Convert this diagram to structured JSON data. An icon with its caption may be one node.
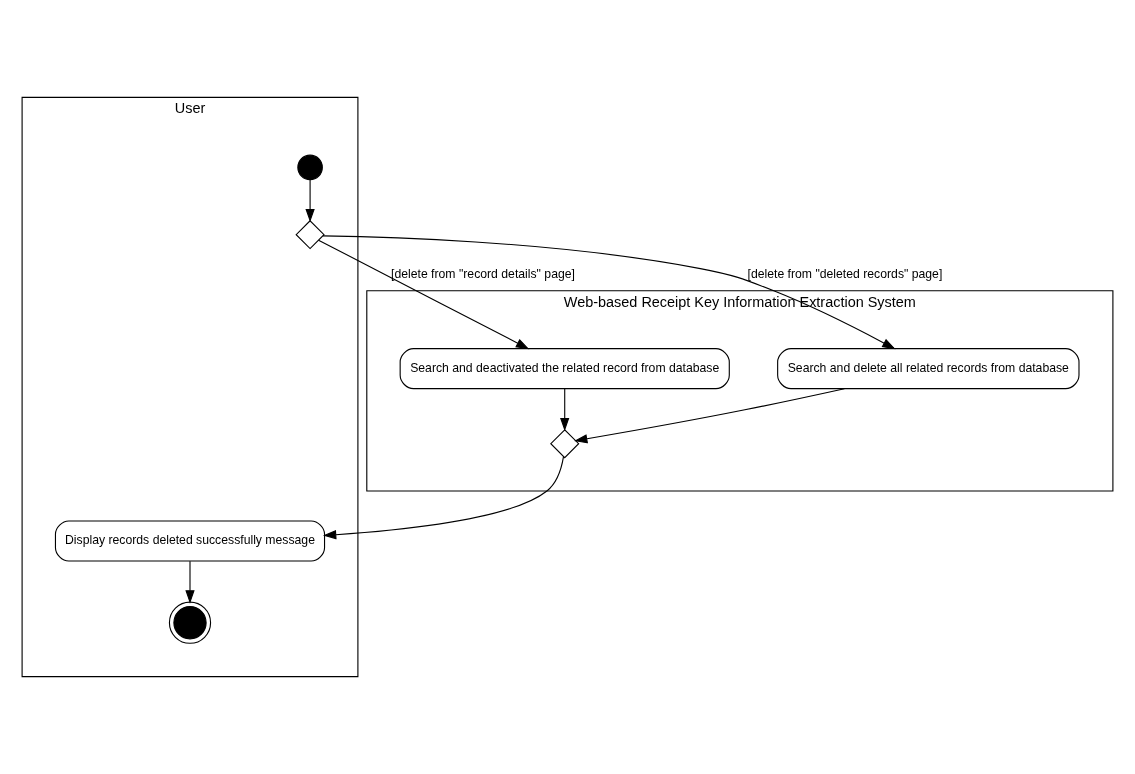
{
  "diagram": {
    "nodes": [
      {
        "text": [
          "User"
        ]
      },
      {
        "text": [
          "Web-based Receipt Key Information Extraction System"
        ]
      },
      {
        "text": [],
        "shape": "circle",
        "in": 0
      },
      {
        "text": [],
        "shape": "diamond",
        "in": 0
      },
      {
        "text": [
          "Search and deactivated the related record from database"
        ],
        "in": 1
      },
      {
        "text": [
          "Search and delete all related records from database"
        ],
        "in": 1
      },
      {
        "text": [],
        "shape": "diamond",
        "in": 1
      },
      {
        "text": [
          "Display records deleted successfully message"
        ],
        "in": 0
      },
      {
        "text": [],
        "shape": "circle",
        "in": 0
      }
    ],
    "edges": [
      {
        "from": 2,
        "to": 3,
        "arrow": "to"
      },
      {
        "from": 3,
        "to": 4,
        "arrow": "to",
        "label": "[delete from \"record details\" page]"
      },
      {
        "from": 3,
        "to": 5,
        "arrow": "to",
        "label": "[delete from \"deleted records\" page]"
      },
      {
        "from": 4,
        "to": 6,
        "arrow": "to"
      },
      {
        "from": 5,
        "to": 6,
        "arrow": "to"
      },
      {
        "from": 6,
        "to": 7,
        "arrow": "to"
      },
      {
        "from": 7,
        "to": 8,
        "arrow": "to"
      }
    ]
  }
}
